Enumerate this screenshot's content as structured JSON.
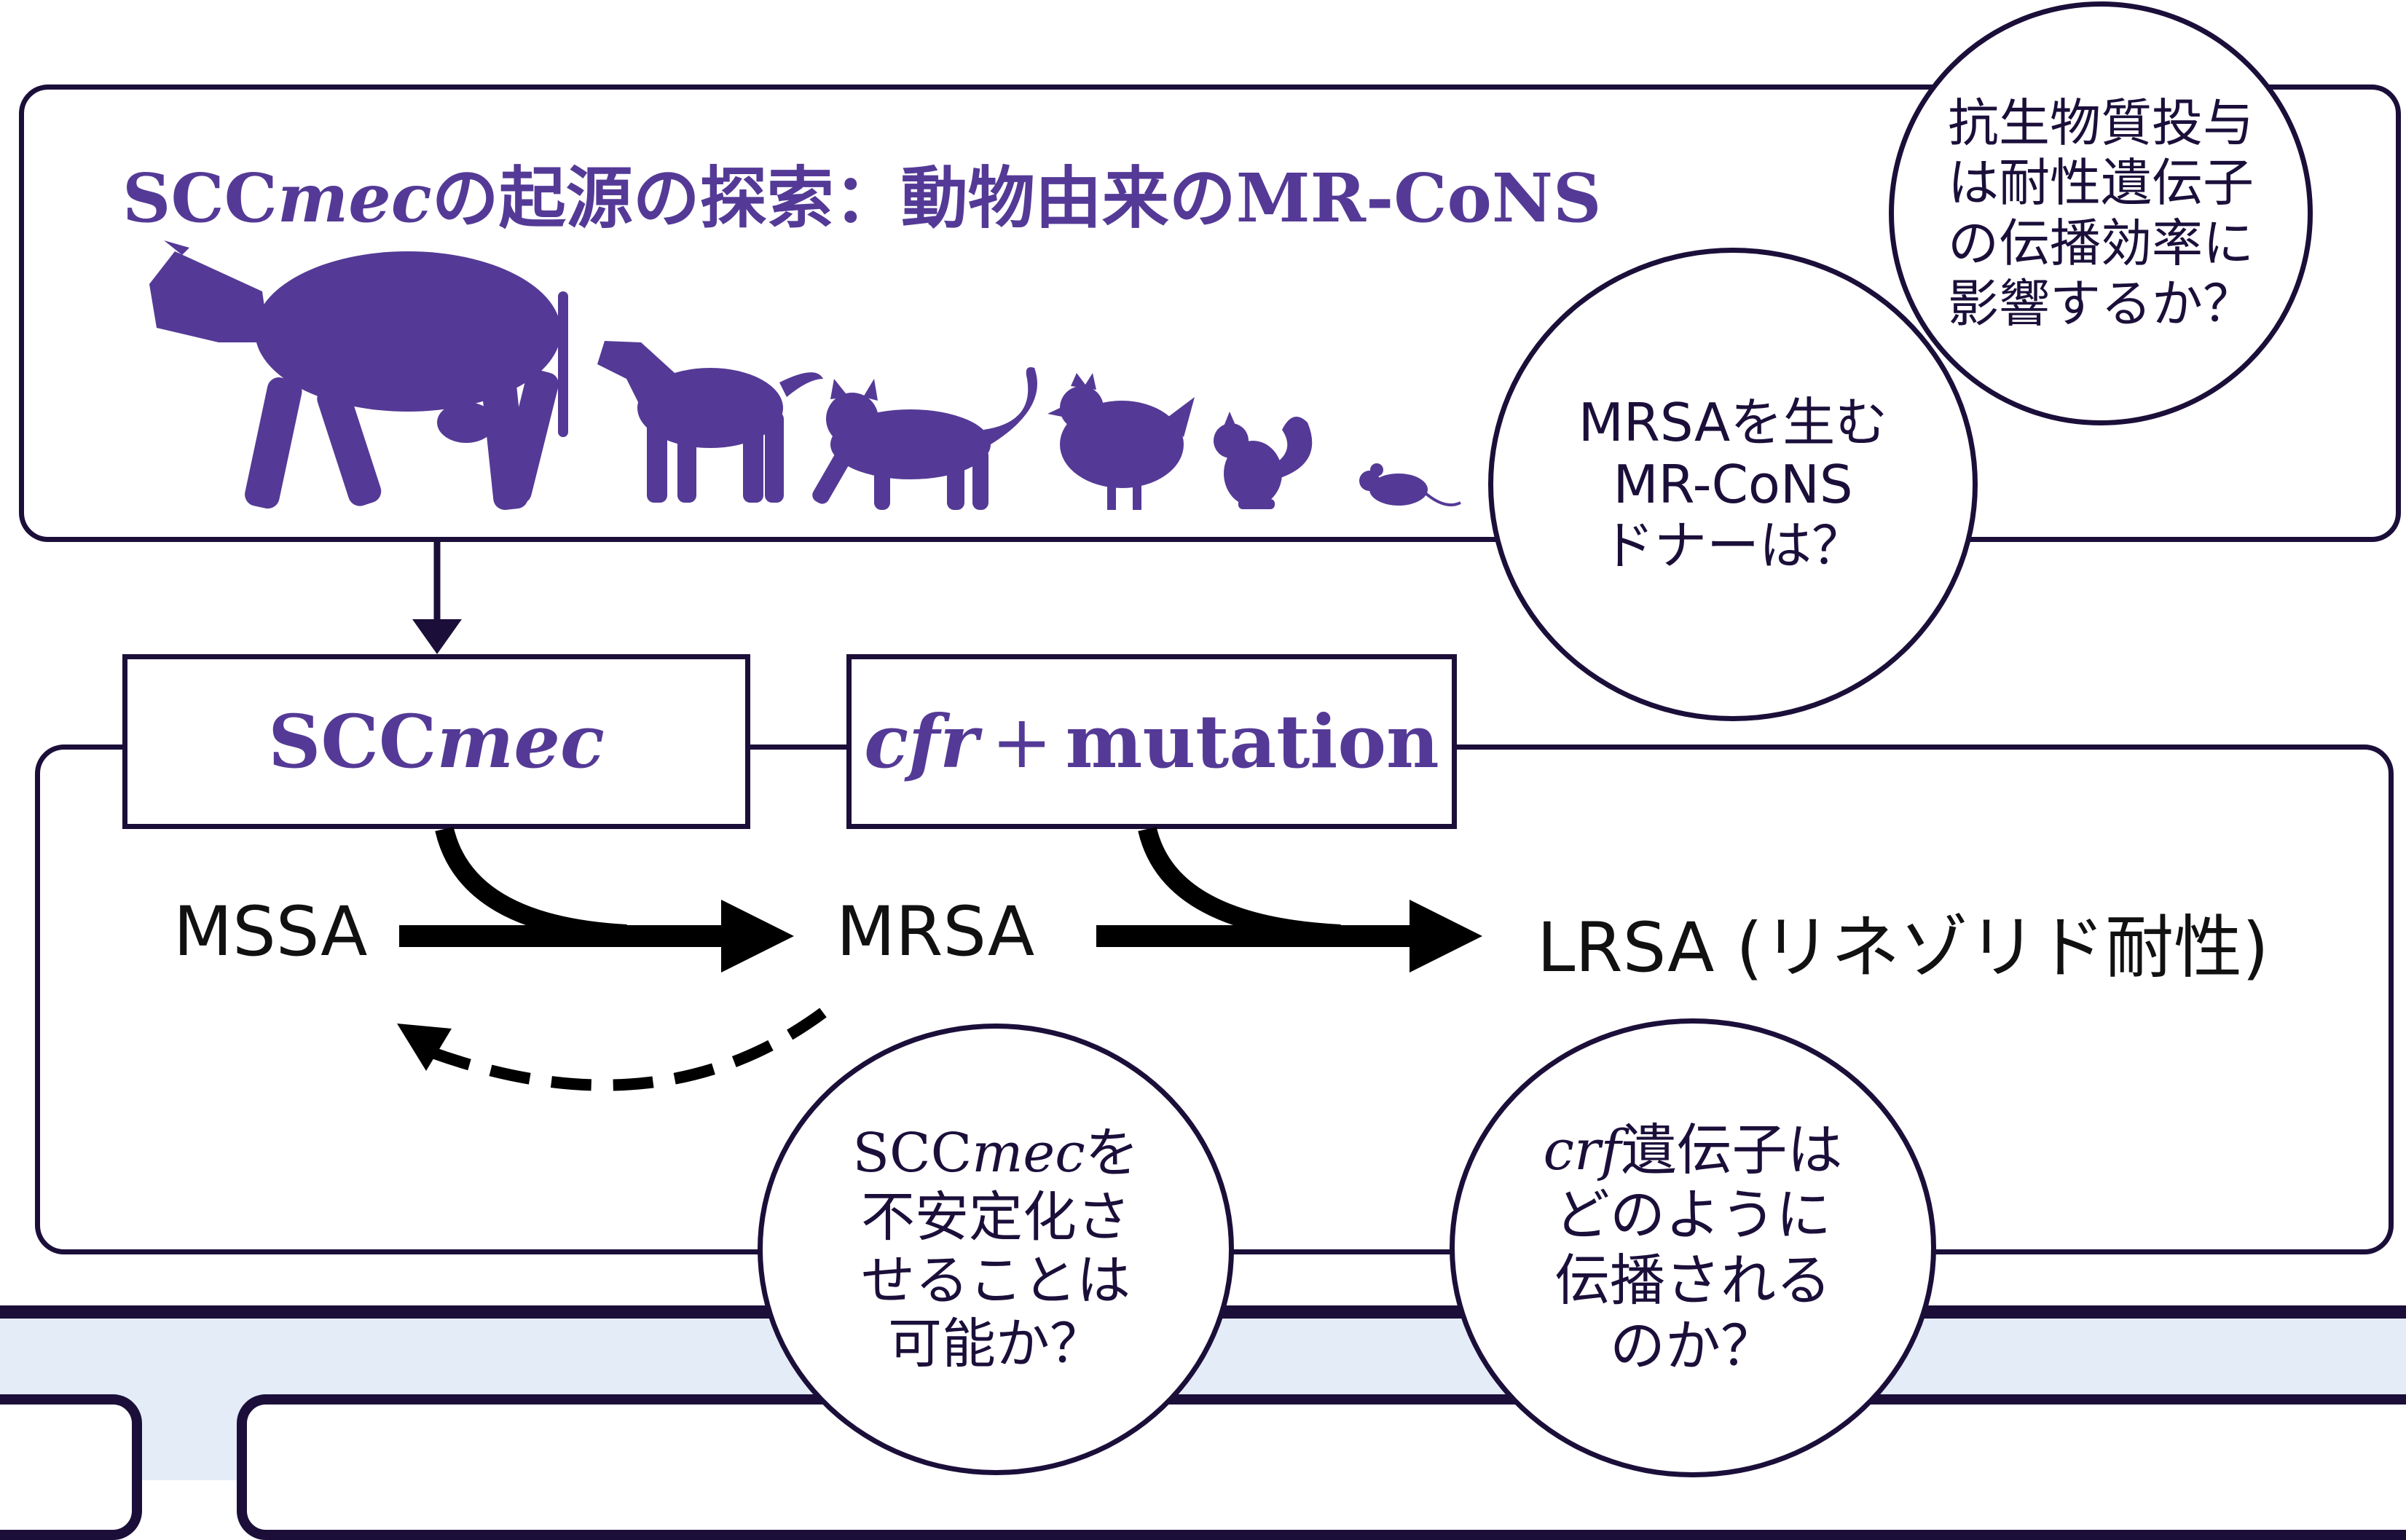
{
  "top_panel": {
    "title_prefix": "SCC",
    "title_italic": "mec",
    "title_rest": "の起源の探索：動物由来のMR-CoNS",
    "animals": [
      "cow-icon",
      "dog-icon",
      "cat-icon",
      "chicken-icon",
      "squirrel-icon",
      "mouse-icon"
    ]
  },
  "labels": {
    "scc_prefix": "SCC",
    "scc_italic": "mec",
    "cfr_italic": "cfr",
    "cfr_plus": "+",
    "cfr_rest": "mutation"
  },
  "nodes": {
    "mssa": "MSSA",
    "mrsa": "MRSA",
    "lrsa": "LRSA (リネゾリド耐性)"
  },
  "questions": {
    "antibiotic": "抗生物質投与\nは耐性遺伝子\nの伝播効率に\n影響するか？",
    "donor": "MRSAを生む\nMR-CoNS\nドナーは？",
    "destabilize_italic": "mec",
    "destabilize_prefix": "SCC",
    "destabilize_rest": "を\n不安定化さ\nせることは\n可能か？",
    "crf_italic": "crf",
    "crf_rest": "遺伝子は\nどのように\n伝播される\nのか？"
  },
  "colors": {
    "accent_purple": "#543a96",
    "outline_navy": "#1b0f3a",
    "band_blue": "#e4ecf8"
  }
}
